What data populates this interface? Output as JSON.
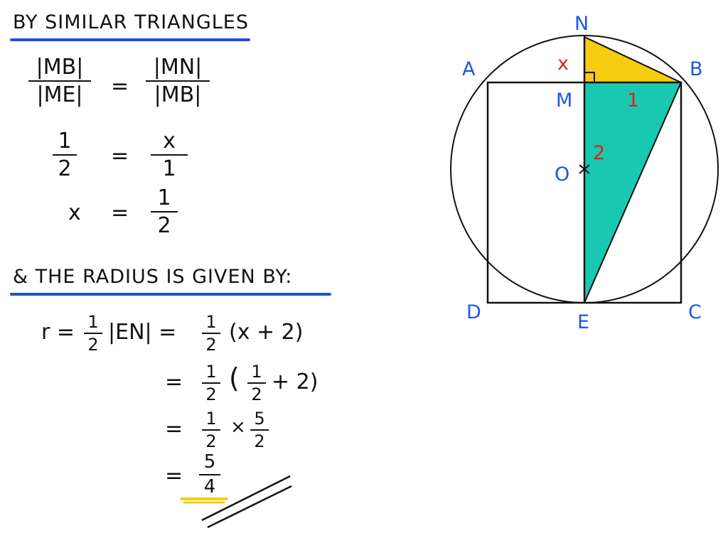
{
  "left": {
    "heading1": "BY SIMILAR TRIANGLES",
    "ratio": {
      "lhs_num": "|MB|",
      "lhs_den": "|ME|",
      "eq": "=",
      "rhs_num": "|MN|",
      "rhs_den": "|MB|"
    },
    "numeric": {
      "lhs_num": "1",
      "lhs_den": "2",
      "eq": "=",
      "rhs_num": "x",
      "rhs_den": "1"
    },
    "solve": {
      "var": "x",
      "eq": "=",
      "num": "1",
      "den": "2"
    },
    "heading2": "& THE RADIUS IS GIVEN BY:",
    "r_line1": {
      "r": "r =",
      "half_num": "1",
      "half_den": "2",
      "en": "|EN|  =",
      "half2_num": "1",
      "half2_den": "2",
      "tail": "(x + 2)"
    },
    "r_line2": {
      "eq": "=",
      "half_num": "1",
      "half_den": "2",
      "open": "(",
      "in_num": "1",
      "in_den": "2",
      "tail": "+ 2)"
    },
    "r_line3": {
      "eq": "=",
      "half_num": "1",
      "half_den": "2",
      "times": "×",
      "f_num": "5",
      "f_den": "2"
    },
    "r_line4": {
      "eq": "=",
      "num": "5",
      "den": "4"
    }
  },
  "diagram": {
    "points": {
      "A": "A",
      "B": "B",
      "C": "C",
      "D": "D",
      "E": "E",
      "M": "M",
      "N": "N",
      "O": "O"
    },
    "measures": {
      "x": "x",
      "one": "1",
      "two": "2"
    },
    "colors": {
      "teal": "#19c8b0",
      "yellow": "#f7cc0f",
      "label_blue": "#1e57e6",
      "label_red": "#e0211b",
      "rule_blue": "#1f4fd8"
    }
  }
}
